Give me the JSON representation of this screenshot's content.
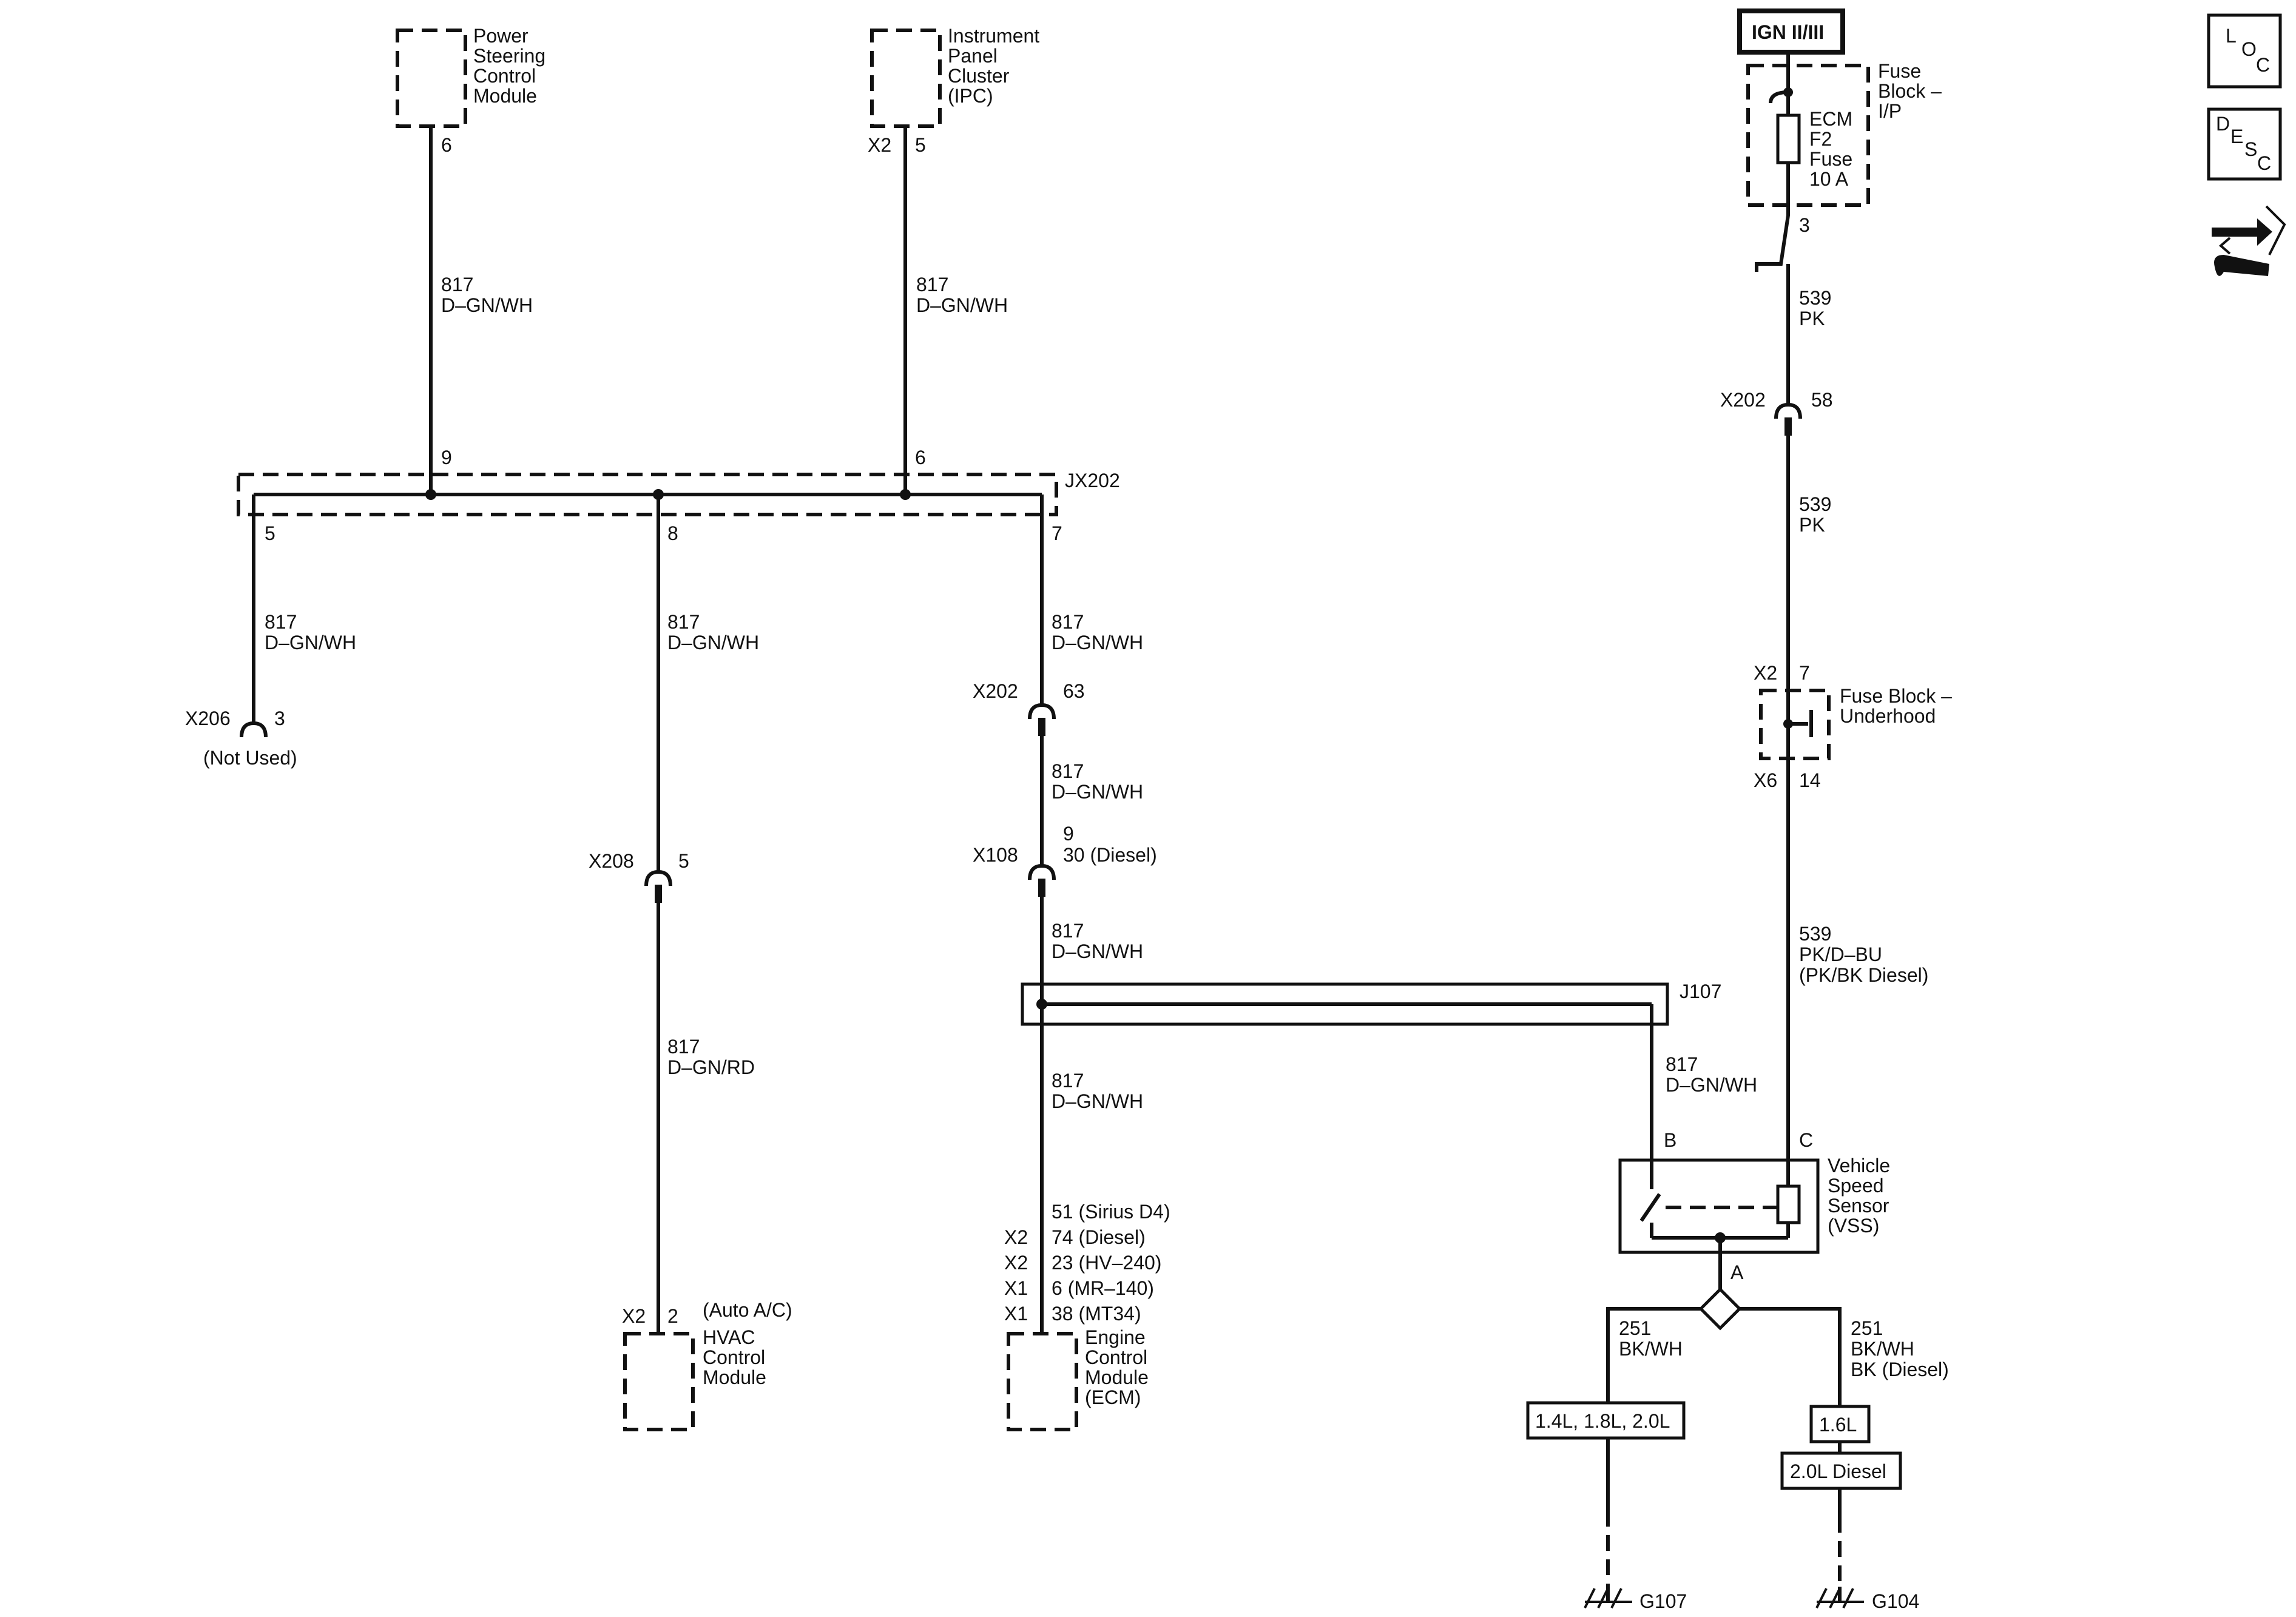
{
  "modules": {
    "pscm": {
      "l1": "Power",
      "l2": "Steering",
      "l3": "Control",
      "l4": "Module",
      "pin": "6"
    },
    "ipc": {
      "l1": "Instrument",
      "l2": "Panel",
      "l3": "Cluster",
      "l4": "(IPC)",
      "conn": "X2",
      "pin": "5"
    },
    "hvac": {
      "note": "(Auto A/C)",
      "l1": "HVAC",
      "l2": "Control",
      "l3": "Module",
      "conn": "X2",
      "pin": "2"
    },
    "ecm": {
      "l1": "Engine",
      "l2": "Control",
      "l3": "Module",
      "l4": "(ECM)",
      "pins": [
        {
          "conn": "",
          "pin": "51 (Sirius D4)"
        },
        {
          "conn": "X2",
          "pin": "74 (Diesel)"
        },
        {
          "conn": "X2",
          "pin": "23 (HV–240)"
        },
        {
          "conn": "X1",
          "pin": "6 (MR–140)"
        },
        {
          "conn": "X1",
          "pin": "38 (MT34)"
        }
      ]
    },
    "vss": {
      "l1": "Vehicle",
      "l2": "Speed",
      "l3": "Sensor",
      "l4": "(VSS)",
      "pinB": "B",
      "pinC": "C",
      "pinA": "A"
    }
  },
  "splice": {
    "name": "JX202",
    "pin9": "9",
    "pin6": "6",
    "pin5": "5",
    "pin8": "8",
    "pin7": "7"
  },
  "wires": {
    "w817": "817",
    "dgnwh": "D–GN/WH",
    "dgnrd": "D–GN/RD",
    "w539": "539",
    "pk": "PK",
    "pkdbu": "PK/D–BU",
    "pkbk": "(PK/BK Diesel)",
    "w251": "251",
    "bkwh": "BK/WH",
    "bkdiesel": "BK (Diesel)"
  },
  "connectors": {
    "x206": {
      "name": "X206",
      "pin": "3",
      "note": "(Not Used)"
    },
    "x208": {
      "name": "X208",
      "pin": "5"
    },
    "x202a": {
      "name": "X202",
      "pin": "63"
    },
    "x108": {
      "name": "X108",
      "pin1": "9",
      "pin2": "30 (Diesel)"
    },
    "x202b": {
      "name": "X202",
      "pin": "58"
    },
    "j107": {
      "name": "J107"
    }
  },
  "fuse": {
    "ign": "IGN II/III",
    "block": "Fuse",
    "block2": "Block –",
    "block3": "I/P",
    "f1": "ECM",
    "f2": "F2",
    "f3": "Fuse",
    "f4": "10 A",
    "pin": "3"
  },
  "underhood": {
    "l1": "Fuse Block –",
    "l2": "Underhood",
    "conn1": "X2",
    "pin1": "7",
    "conn2": "X6",
    "pin2": "14"
  },
  "grounds": {
    "left": {
      "label": "1.4L, 1.8L, 2.0L",
      "name": "G107"
    },
    "right": {
      "label1": "1.6L",
      "label2": "2.0L Diesel",
      "name": "G104"
    }
  },
  "icons": {
    "loc": {
      "l": "L",
      "o": "O",
      "c": "C"
    },
    "desc": {
      "d": "D",
      "e": "E",
      "s": "S",
      "c": "C"
    }
  }
}
